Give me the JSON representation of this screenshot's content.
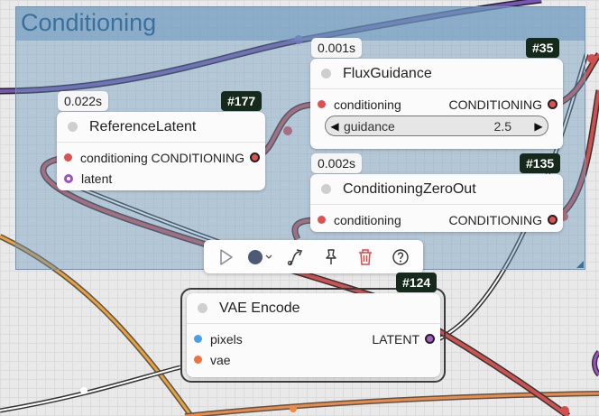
{
  "group": {
    "title": "Conditioning"
  },
  "nodes": {
    "reference_latent": {
      "title": "ReferenceLatent",
      "id_badge": "#177",
      "timing": "0.022s",
      "inputs": [
        "conditioning",
        "latent"
      ],
      "output": "CONDITIONING"
    },
    "flux_guidance": {
      "title": "FluxGuidance",
      "id_badge": "#35",
      "timing": "0.001s",
      "input": "conditioning",
      "output": "CONDITIONING",
      "widget": {
        "label": "guidance",
        "value": "2.5"
      }
    },
    "conditioning_zero_out": {
      "title": "ConditioningZeroOut",
      "id_badge": "#135",
      "timing": "0.002s",
      "input": "conditioning",
      "output": "CONDITIONING"
    },
    "vae_encode": {
      "title": "VAE Encode",
      "id_badge": "#124",
      "inputs": [
        "pixels",
        "vae"
      ],
      "output": "LATENT"
    }
  },
  "toolbar": {
    "buttons": [
      "play-icon",
      "color-picker-icon",
      "bypass-icon",
      "pin-icon",
      "delete-icon",
      "help-icon"
    ]
  },
  "colors": {
    "conditioning_wire": "#d05050",
    "clip_wire": "#7050b0",
    "vae_wire": "#f0a030",
    "latent_wire": "#ffffff",
    "group_fill": "#6c98be",
    "badge_bg": "#152a1a"
  }
}
